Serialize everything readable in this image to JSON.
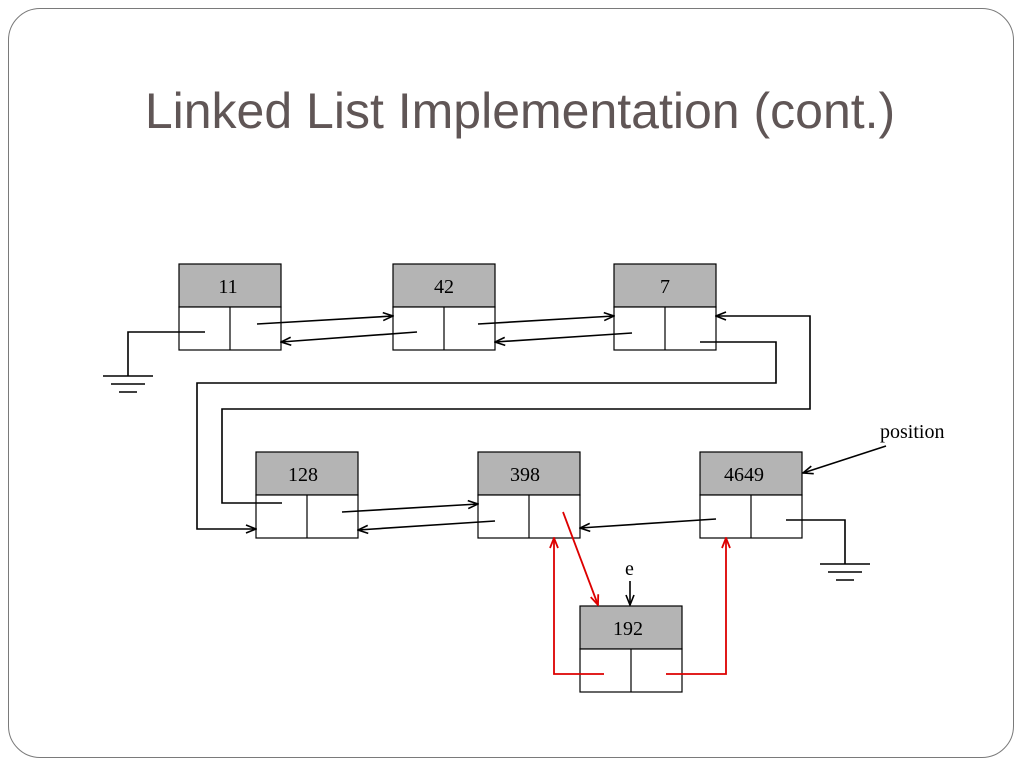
{
  "slide": {
    "title": "Linked List Implementation (cont.)"
  },
  "diagram": {
    "nodes": [
      {
        "id": "node-11",
        "value": "11"
      },
      {
        "id": "node-42",
        "value": "42"
      },
      {
        "id": "node-7",
        "value": "7"
      },
      {
        "id": "node-128",
        "value": "128"
      },
      {
        "id": "node-398",
        "value": "398"
      },
      {
        "id": "node-4649",
        "value": "4649"
      },
      {
        "id": "node-192",
        "value": "192"
      }
    ],
    "labels": {
      "position": "position",
      "e": "e"
    },
    "colors": {
      "node_header": "#b4b4b4",
      "link": "#000000",
      "new_link": "#dd0000"
    }
  }
}
